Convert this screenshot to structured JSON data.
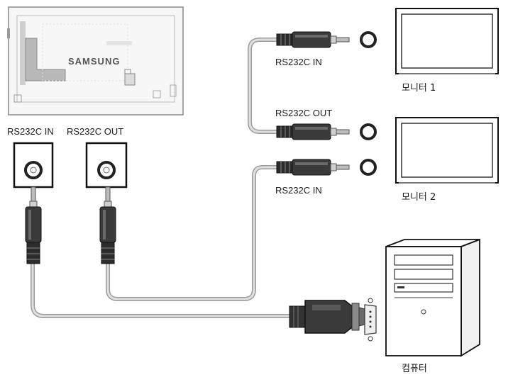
{
  "labels": {
    "brand": "SAMSUNG",
    "rs232c_in_top": "RS232C IN",
    "rs232c_out_top": "RS232C OUT",
    "rs232c_in_bottom": "RS232C IN",
    "display_in": "RS232C IN",
    "display_out": "RS232C OUT",
    "monitor1": "모니터 1",
    "monitor2": "모니터 2",
    "computer": "컴퓨터"
  },
  "colors": {
    "cable": "#d0d0d0",
    "plug_body": "#3a3a3a",
    "line": "#000000",
    "panel_fill": "#f2f2f2",
    "accent_gray": "#bdbdbd"
  }
}
